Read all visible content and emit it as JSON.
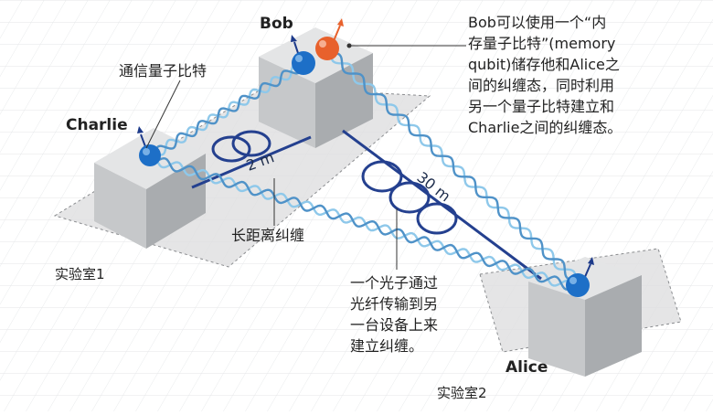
{
  "nodes": {
    "bob": "Bob",
    "charlie": "Charlie",
    "alice": "Alice"
  },
  "labs": {
    "lab1": "实验室1",
    "lab2": "实验室2"
  },
  "labels": {
    "comm_qubit": "通信量子比特",
    "long_distance": "长距离纠缠"
  },
  "distances": {
    "short": "2 m",
    "long": "30 m"
  },
  "notes": {
    "bob_memory": "Bob可以使用一个“内\n存量子比特”(memory\nqubit)储存他和Alice之\n间的纠缠态，同时利用\n另一个量子比特建立和\nCharlie之间的纠缠态。",
    "photon": "一个光子通过\n光纤传输到另\n一台设备上来\n建立纠缠。"
  },
  "colors": {
    "cable": "#24408f",
    "entangle_light": "#8ec8ea",
    "entangle_dark": "#4f92c8",
    "qubit_blue": "#1d6fc7",
    "qubit_orange": "#e8612c",
    "box_top": "#e4e5e6",
    "box_left": "#c6c8ca",
    "box_right": "#a9acaf"
  }
}
